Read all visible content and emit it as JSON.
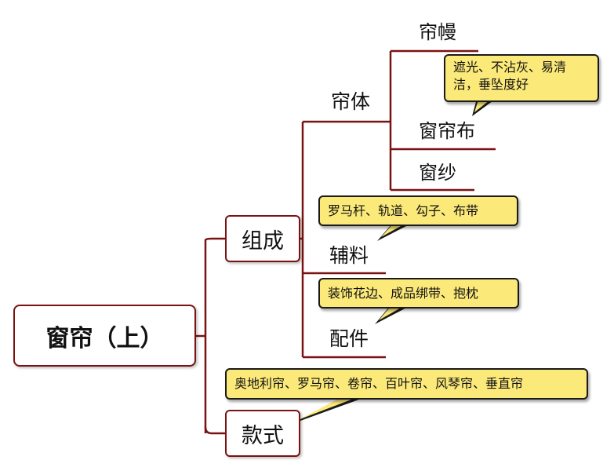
{
  "root": {
    "label": "窗帘（上）"
  },
  "branches": {
    "composition": {
      "label": "组成",
      "children": {
        "body": {
          "label": "帘体",
          "items": {
            "valance": "帘幔",
            "curtain_cloth": "窗帘布",
            "sheer": "窗纱"
          },
          "note": "遮光、不沾灰、易清洁，垂坠度好"
        },
        "accessories": {
          "label": "辅料",
          "note": "罗马杆、轨道、勾子、布带"
        },
        "fittings": {
          "label": "配件",
          "note": "装饰花边、成品绑带、抱枕"
        }
      }
    },
    "styles": {
      "label": "款式",
      "note": "奥地利帘、罗马帘、卷帘、百叶帘、风琴帘、垂直帘"
    }
  },
  "colors": {
    "connector": "#7a1212",
    "note_fill": "#fbe97a",
    "note_border": "#1a1a1a"
  }
}
